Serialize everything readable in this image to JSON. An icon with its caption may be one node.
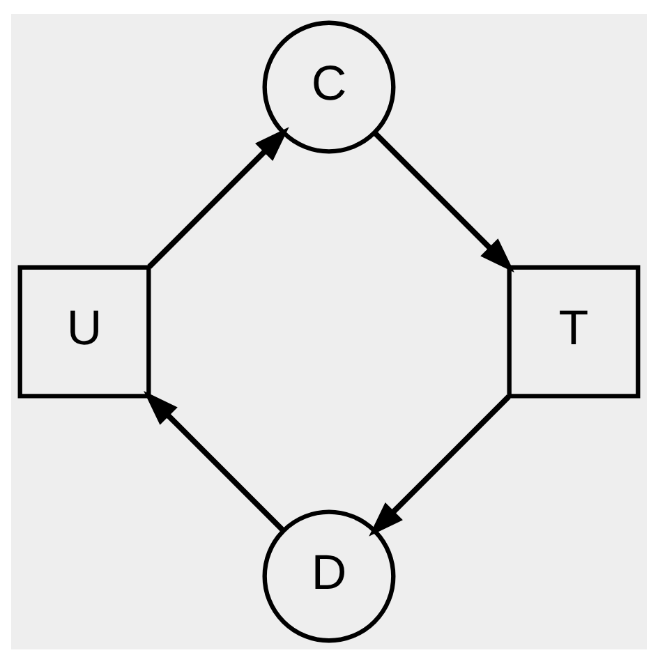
{
  "diagram": {
    "nodes": [
      {
        "text": [
          "D"
        ]
      },
      {
        "text": [
          "T"
        ]
      },
      {
        "text": [
          "U"
        ]
      },
      {
        "text": [
          "C"
        ]
      }
    ],
    "edges": [
      {
        "from": 0,
        "to": 2,
        "arrow": "to"
      },
      {
        "from": 2,
        "to": 3,
        "arrow": "to"
      },
      {
        "from": 3,
        "to": 1,
        "arrow": "to"
      },
      {
        "from": 1,
        "to": 0,
        "arrow": "to"
      }
    ]
  }
}
